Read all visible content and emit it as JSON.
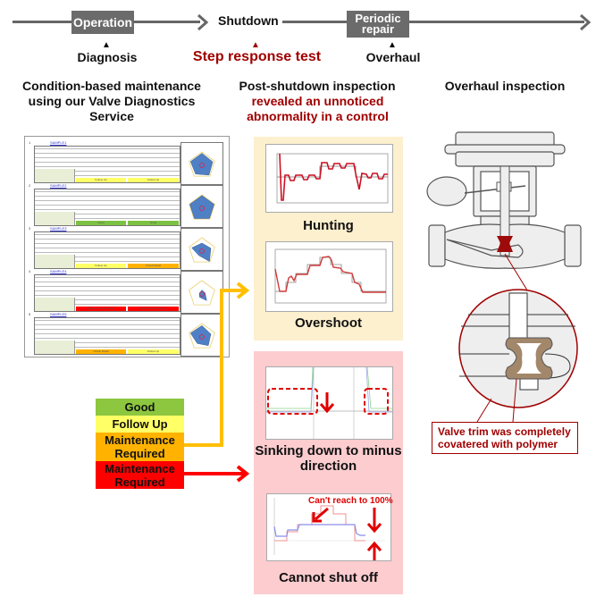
{
  "timeline": {
    "stages": [
      {
        "label": "Operation",
        "boxed": true
      },
      {
        "label": "Shutdown",
        "boxed": false
      },
      {
        "label": "Periodic repair",
        "boxed": true
      }
    ],
    "markers": [
      {
        "label": "Diagnosis",
        "color": "#000000"
      },
      {
        "label": "Step response test",
        "color": "#a00000"
      },
      {
        "label": "Overhaul",
        "color": "#000000"
      }
    ]
  },
  "columns": {
    "left": {
      "description": "Condition-based maintenance using our Valve Diagnostics Service"
    },
    "middle": {
      "description_line1": "Post-shutdown inspection",
      "description_red": "revealed an unnoticed abnormality in a control"
    },
    "right": {
      "description": "Overhaul inspection"
    }
  },
  "report": {
    "records": [
      {
        "num": "1",
        "tag": "SAMPLE1",
        "last": "Follow Up",
        "this": "Follow Up",
        "last_color": "#ffff66",
        "this_color": "#ffff66"
      },
      {
        "num": "2",
        "tag": "SAMPLE2",
        "last": "Good",
        "this": "Good",
        "last_color": "#7cc242",
        "this_color": "#7cc242"
      },
      {
        "num": "3",
        "tag": "SAMPLE3",
        "last": "Follow Up",
        "this": "Check Detail",
        "last_color": "#ffff66",
        "this_color": "#ffb300"
      },
      {
        "num": "4",
        "tag": "SAMPLE4",
        "last": "Maintenance Required",
        "this": "Maintenance Required",
        "last_color": "#ff0000",
        "this_color": "#ff0000"
      },
      {
        "num": "5",
        "tag": "SAMPLE5",
        "last": "Check Detail",
        "this": "Follow Up",
        "last_color": "#ffb300",
        "this_color": "#ffff66"
      }
    ],
    "row_labels": [
      "Analysis Period",
      "Algorithm pattern",
      "Overall Judgement"
    ],
    "col_headers": [
      "Result of analysis last time",
      "Result of analysis this time"
    ],
    "radar_axes": [
      "[1]",
      "[2]",
      "[3]",
      "[4]",
      "[5]"
    ]
  },
  "legend": [
    {
      "label": "Good",
      "color": "#8dc63f"
    },
    {
      "label": "Follow Up",
      "color": "#ffff66"
    },
    {
      "label": "Maintenance Required",
      "color": "#ffb300"
    },
    {
      "label": "Maintenance Required",
      "color": "#ff0000"
    }
  ],
  "arrows": {
    "yellow": "#ffbf00",
    "red": "#ff0000"
  },
  "findings": {
    "hunting": "Hunting",
    "overshoot": "Overshoot",
    "sinking": "Sinking down to minus direction",
    "cannot_shut": "Cannot shut off",
    "cant_reach": "Can't reach to 100%"
  },
  "callout": {
    "text": "Valve trim was completely covatered with polymer"
  },
  "colors": {
    "dark_red": "#a00000",
    "polymer": "#a3876a",
    "yellow_panel": "#fdf0cf",
    "pink_panel": "#fccccf"
  }
}
